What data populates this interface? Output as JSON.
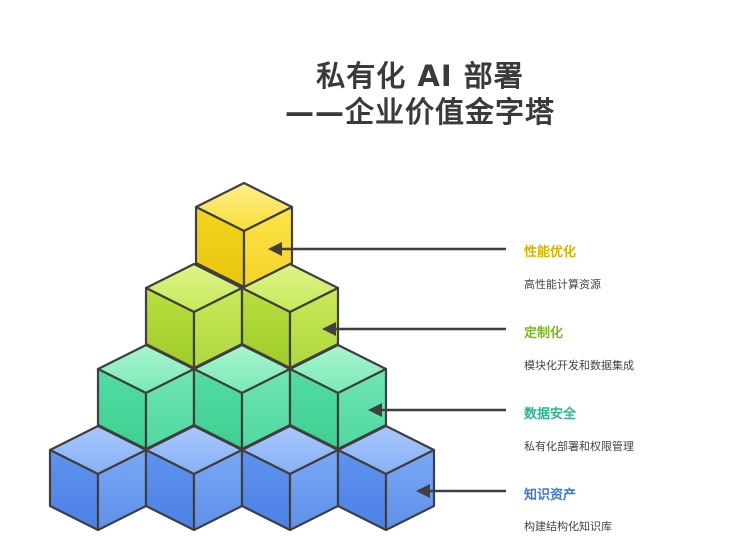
{
  "title": {
    "line1": "私有化 AI 部署",
    "line2": "——企业价值金字塔"
  },
  "levels": [
    {
      "label": "性能优化",
      "description": "高性能计算资源",
      "color": "#d4b400",
      "face_color": "#f5d92a"
    },
    {
      "label": "定制化",
      "description": "模块化开发和数据集成",
      "color": "#7bb81e",
      "face_color": "#a8d646"
    },
    {
      "label": "数据安全",
      "description": "私有化部署和权限管理",
      "color": "#27b98a",
      "face_color": "#4fd4a0"
    },
    {
      "label": "知识资产",
      "description": "构建结构化知识库",
      "color": "#3f76e4",
      "face_color": "#6a9cf2"
    }
  ],
  "icons": {
    "cube": "cube-icon",
    "arrow": "arrow-left-icon"
  }
}
